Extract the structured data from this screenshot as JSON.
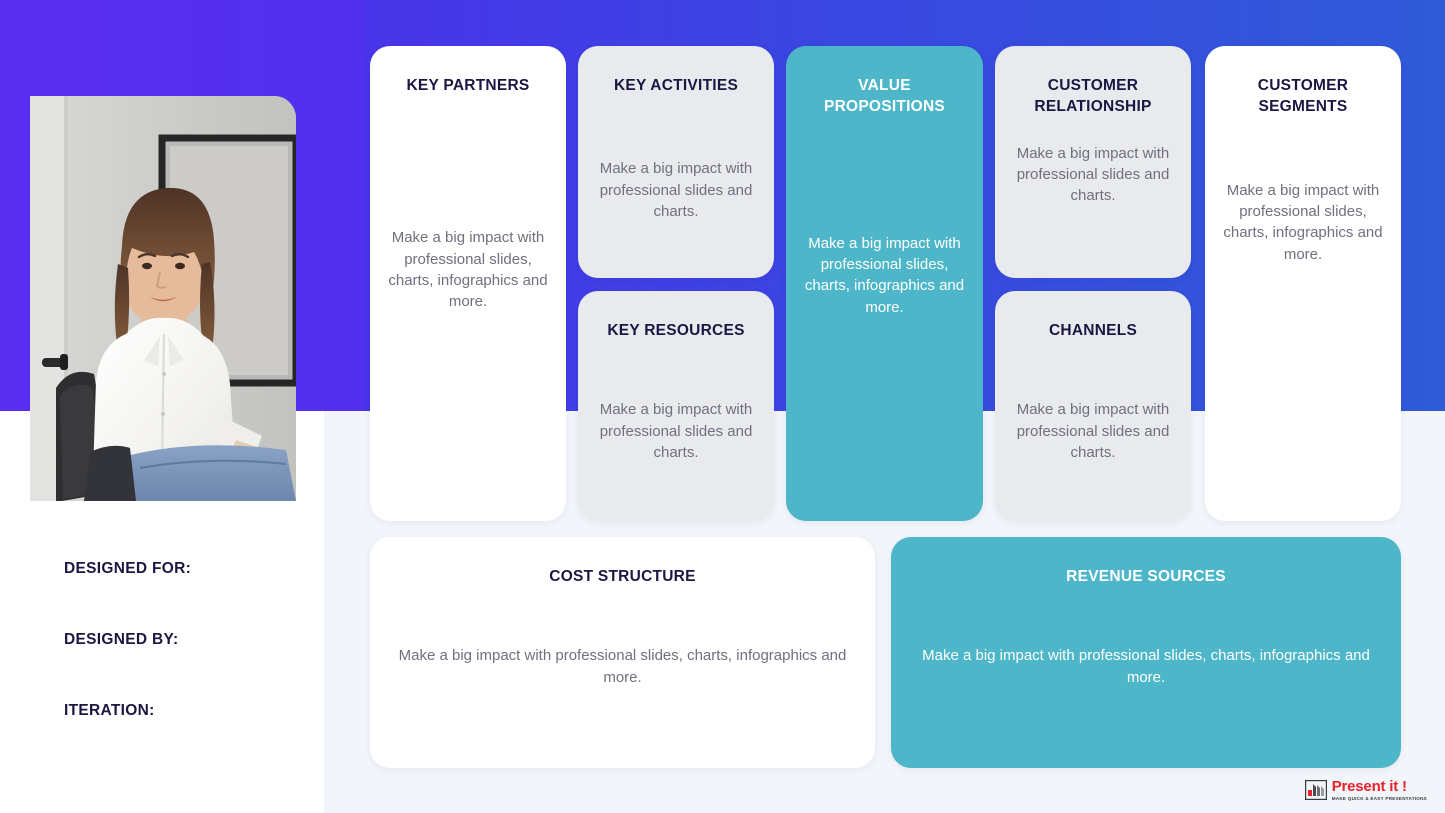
{
  "slide": {
    "type": "business-model-canvas",
    "background_color": "#f2f6fb",
    "gradient_start": "#5a2ef0",
    "gradient_end": "#2f5ad8",
    "accent_teal": "#4db6c8",
    "title_color": "#1b1742",
    "body_color": "#70707f"
  },
  "left_panel": {
    "photo_alt": "woman-portrait-photo",
    "meta": [
      {
        "label": "DESIGNED FOR:",
        "value": ""
      },
      {
        "label": "DESIGNED BY:",
        "value": ""
      },
      {
        "label": "ITERATION:",
        "value": ""
      }
    ]
  },
  "body_text": {
    "short": "Make a big impact with professional slides and charts.",
    "long": "Make a big impact with professional slides, charts, infographics and more."
  },
  "cards": [
    {
      "id": "key-partners",
      "title": "KEY PARTNERS",
      "body": "Make a big impact with professional slides, charts, infographics and more.",
      "style": "white"
    },
    {
      "id": "key-activities",
      "title": "KEY ACTIVITIES",
      "body": "Make a big impact with professional slides and charts.",
      "style": "gray"
    },
    {
      "id": "key-resources",
      "title": "KEY RESOURCES",
      "body": "Make a big impact with professional slides and charts.",
      "style": "gray"
    },
    {
      "id": "value-propositions",
      "title": "VALUE PROPOSITIONS",
      "body": "Make a big impact with professional slides, charts, infographics and more.",
      "style": "teal"
    },
    {
      "id": "customer-relationship",
      "title": "CUSTOMER RELATIONSHIP",
      "body": "Make a big impact with professional slides and charts.",
      "style": "gray"
    },
    {
      "id": "channels",
      "title": "CHANNELS",
      "body": "Make a big impact with professional slides and charts.",
      "style": "gray"
    },
    {
      "id": "customer-segments",
      "title": "CUSTOMER SEGMENTS",
      "body": "Make a big impact with professional slides, charts, infographics and more.",
      "style": "white"
    },
    {
      "id": "cost-structure",
      "title": "COST STRUCTURE",
      "body": "Make a big impact with professional slides, charts, infographics and more.",
      "style": "white"
    },
    {
      "id": "revenue-sources",
      "title": "REVENUE SOURCES",
      "body": "Make a big impact with professional slides, charts, infographics and more.",
      "style": "teal"
    }
  ],
  "logo": {
    "word": "Present it !",
    "tagline": "MAKE QUICK & EASY PRESENTATIONS",
    "color": "#e8232a"
  }
}
